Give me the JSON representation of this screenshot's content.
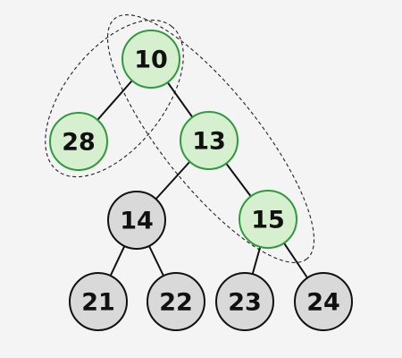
{
  "colors": {
    "highlight_fill": "#d6efcf",
    "highlight_stroke": "#2f9a3e",
    "normal_fill": "#d9d9d9",
    "normal_stroke": "#111111",
    "background": "#f4f4f4"
  },
  "nodes": [
    {
      "id": "n10",
      "value": "10",
      "highlighted": true
    },
    {
      "id": "n28",
      "value": "28",
      "highlighted": true
    },
    {
      "id": "n13",
      "value": "13",
      "highlighted": true
    },
    {
      "id": "n14",
      "value": "14",
      "highlighted": false
    },
    {
      "id": "n15",
      "value": "15",
      "highlighted": true
    },
    {
      "id": "n21",
      "value": "21",
      "highlighted": false
    },
    {
      "id": "n22",
      "value": "22",
      "highlighted": false
    },
    {
      "id": "n23",
      "value": "23",
      "highlighted": false
    },
    {
      "id": "n24",
      "value": "24",
      "highlighted": false
    }
  ],
  "edges": [
    {
      "from": "n10",
      "to": "n28"
    },
    {
      "from": "n10",
      "to": "n13"
    },
    {
      "from": "n13",
      "to": "n14"
    },
    {
      "from": "n13",
      "to": "n15"
    },
    {
      "from": "n14",
      "to": "n21"
    },
    {
      "from": "n14",
      "to": "n22"
    },
    {
      "from": "n15",
      "to": "n23"
    },
    {
      "from": "n15",
      "to": "n24"
    }
  ],
  "groups": [
    {
      "id": "group-left",
      "members": [
        "n10",
        "n28"
      ]
    },
    {
      "id": "group-right",
      "members": [
        "n10",
        "n13",
        "n15"
      ]
    }
  ]
}
